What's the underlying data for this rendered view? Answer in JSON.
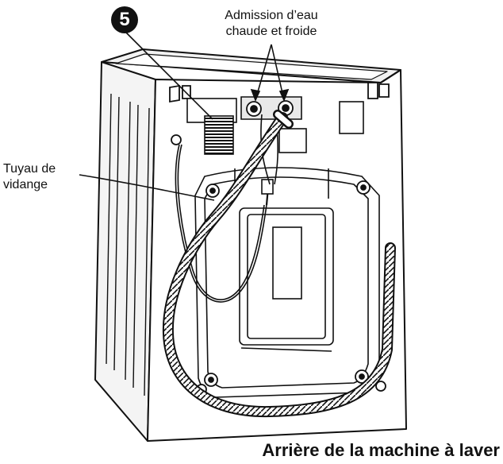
{
  "step_number": "5",
  "labels": {
    "water_inlet": [
      "Admission d’eau",
      "chaude et froide"
    ],
    "drain_hose": [
      "Tuyau de",
      "vidange"
    ]
  },
  "caption": "Arrière de la machine à laver",
  "colors": {
    "line": "#111111",
    "machine_fill": "#ffffff",
    "shade": "#d9d9d9"
  }
}
